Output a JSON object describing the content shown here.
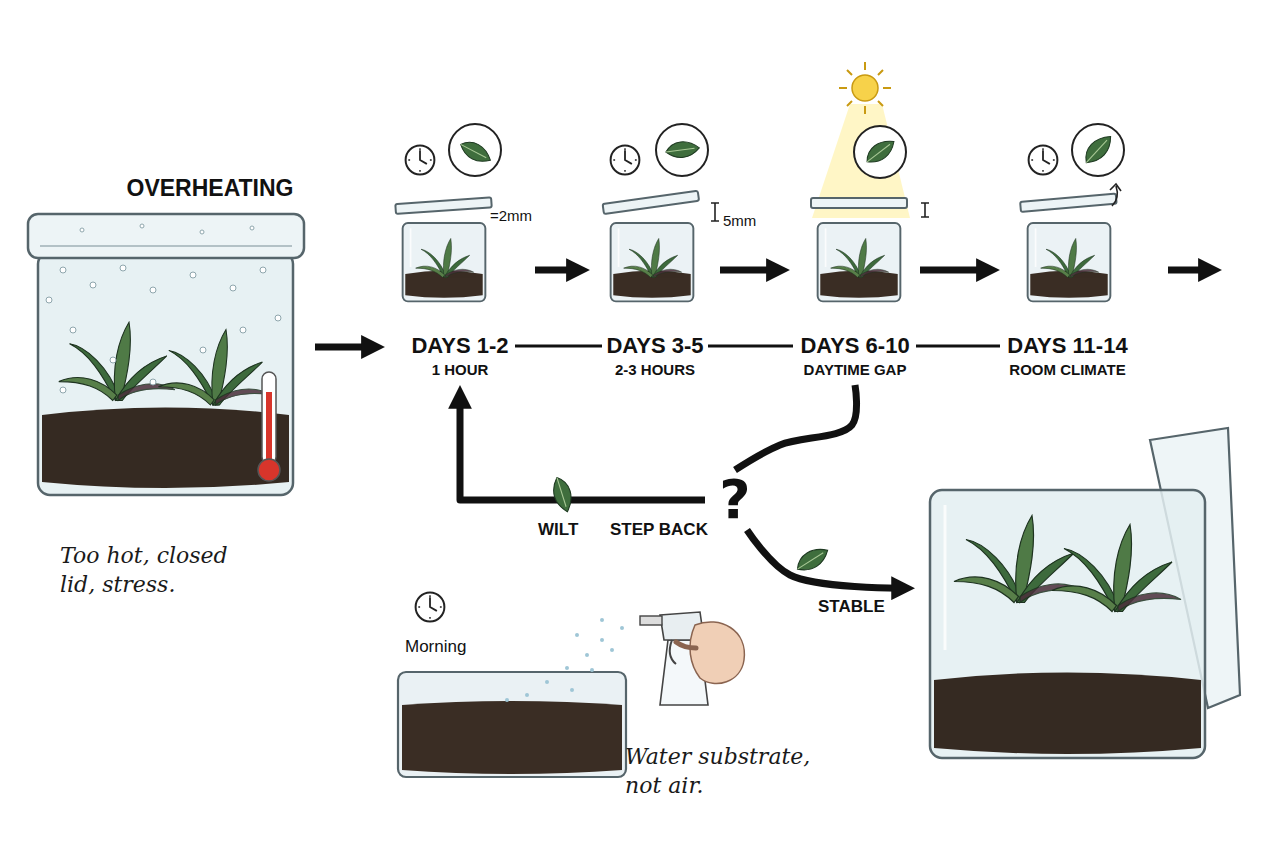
{
  "diagram": {
    "nodes": [
      {
        "text": [
          "OVERHEATING",
          "Too hot, closed lid, stress."
        ]
      },
      {
        "text": [
          "DAYS 1-2",
          "1 HOUR"
        ]
      },
      {
        "text": [
          "DAYS 3-5",
          "2-3 HOURS"
        ]
      },
      {
        "text": [
          "DAYS 6-10",
          "DAYTIME GAP"
        ]
      },
      {
        "text": [
          "DAYS 11-14",
          "ROOM CLIMATE"
        ]
      },
      {
        "text": [
          "?"
        ]
      },
      {
        "text": []
      },
      {
        "text": [
          "Morning",
          "Water substrate, not air."
        ]
      }
    ],
    "edges": [
      {
        "from": 0,
        "to": 1,
        "arrow": "to"
      },
      {
        "from": 1,
        "to": 2,
        "arrow": "to"
      },
      {
        "from": 2,
        "to": 3,
        "arrow": "to"
      },
      {
        "from": 3,
        "to": 4,
        "arrow": "to"
      },
      {
        "from": 3,
        "to": 5,
        "arrow": "none"
      },
      {
        "from": 5,
        "to": 1,
        "label": "STEP BACK",
        "arrow": "to"
      },
      {
        "from": 5,
        "to": 6,
        "label": "STABLE",
        "arrow": "to"
      }
    ],
    "labels": [
      "=2mm",
      "5mm",
      "WILT"
    ]
  }
}
